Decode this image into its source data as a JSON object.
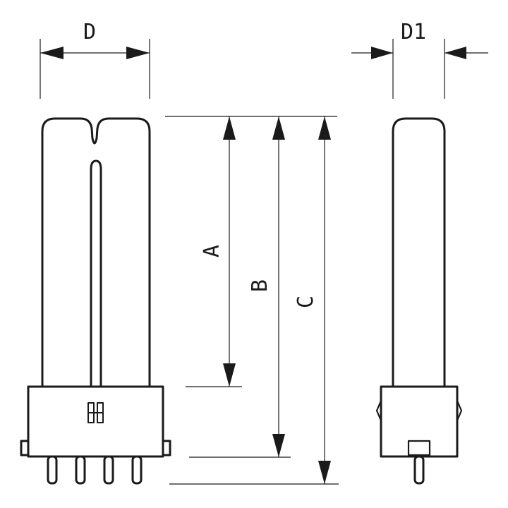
{
  "labels": {
    "D": "D",
    "D1": "D1",
    "A": "A",
    "B": "B",
    "C": "C"
  },
  "colors": {
    "line": "#1a1a1a",
    "background": "#ffffff"
  }
}
